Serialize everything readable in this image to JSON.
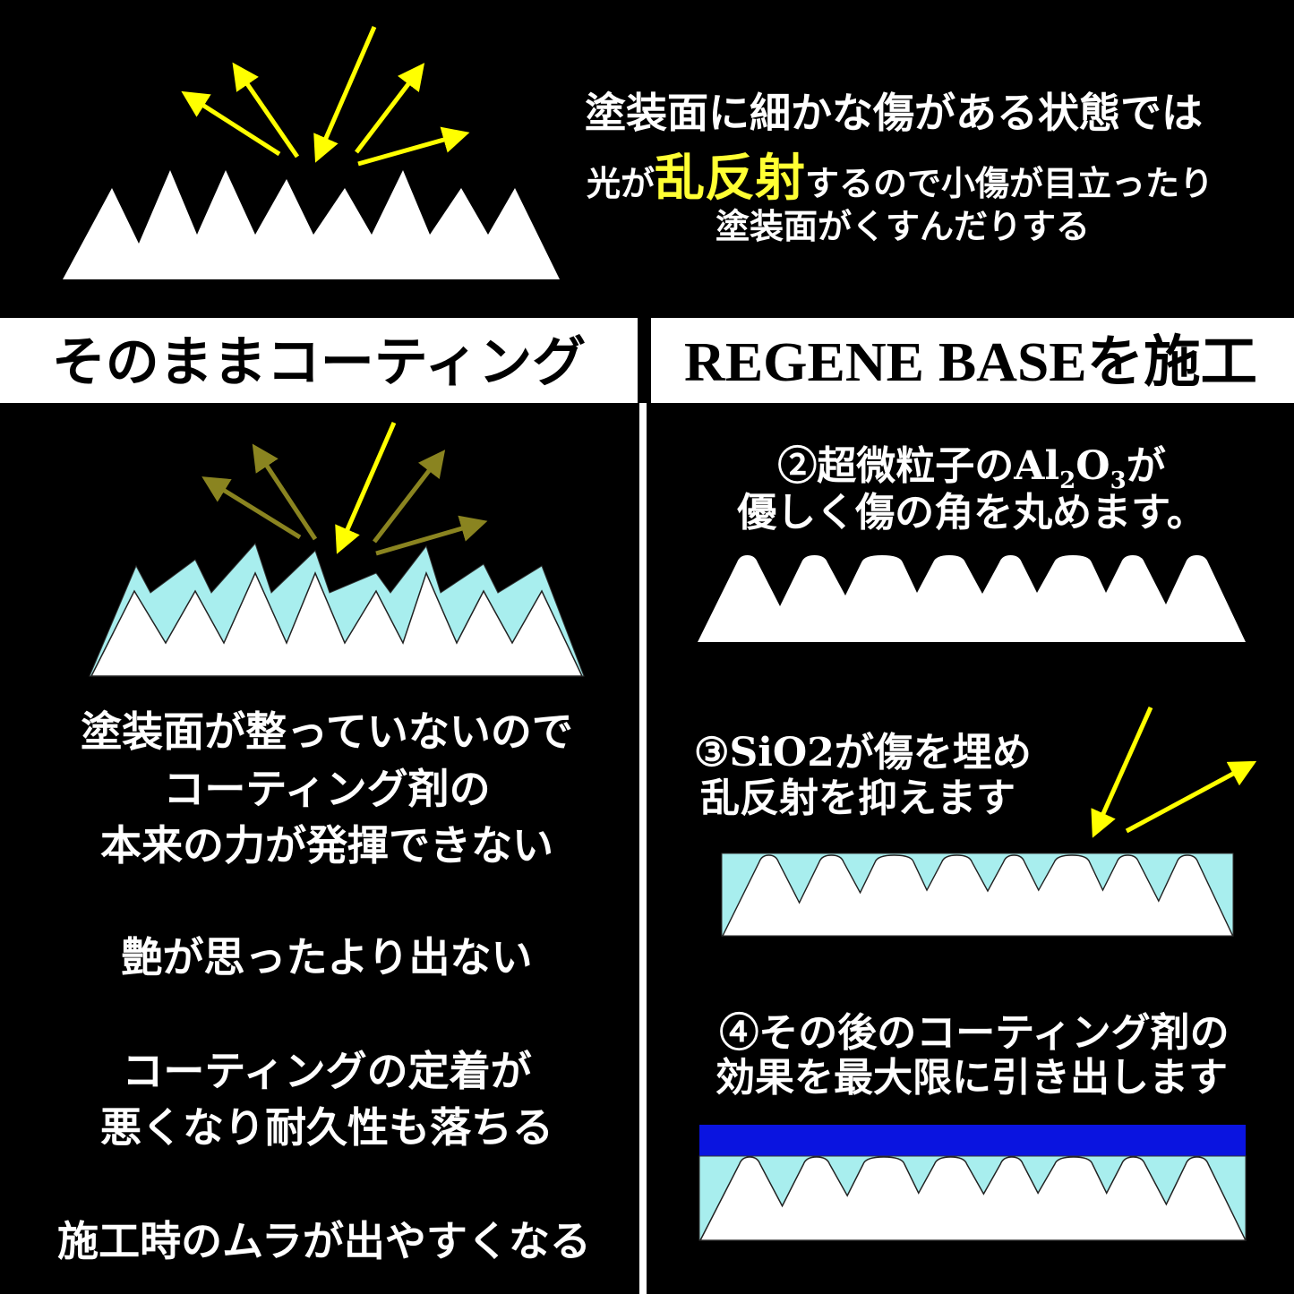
{
  "colors": {
    "background": "#000000",
    "arrow": "#ffff00",
    "arrow_dim": "#8a8420",
    "coating": "#a8eeee",
    "top_layer": "#0a14e0",
    "highlight": "#ffff33"
  },
  "top": {
    "line1": "塗装面に細かな傷がある状態では",
    "line2_pre": "光が",
    "line2_highlight": "乱反射",
    "line2_post": "するので小傷が目立ったり",
    "line3": "塗装面がくすんだりする"
  },
  "left": {
    "header": "そのままコーティング",
    "problems": [
      [
        "塗装面が整っていないので",
        "コーティング剤の",
        "本来の力が発揮できない"
      ],
      [
        "艶が思ったより出ない"
      ],
      [
        "コーティングの定着が",
        "悪くなり耐久性も落ちる"
      ],
      [
        "施工時のムラが出やすくなる"
      ]
    ]
  },
  "right": {
    "header": "REGENE BASEを施工",
    "step2": {
      "pre": "②超微粒子のAl",
      "sub1": "2",
      "mid": "O",
      "sub2": "3",
      "post": "が",
      "line2": "優しく傷の角を丸めます。"
    },
    "step3": {
      "line1": "③SiO2が傷を埋め",
      "line2": "乱反射を抑えます"
    },
    "step4": {
      "line1": "④その後のコーティング剤の",
      "line2": "効果を最大限に引き出します"
    }
  }
}
